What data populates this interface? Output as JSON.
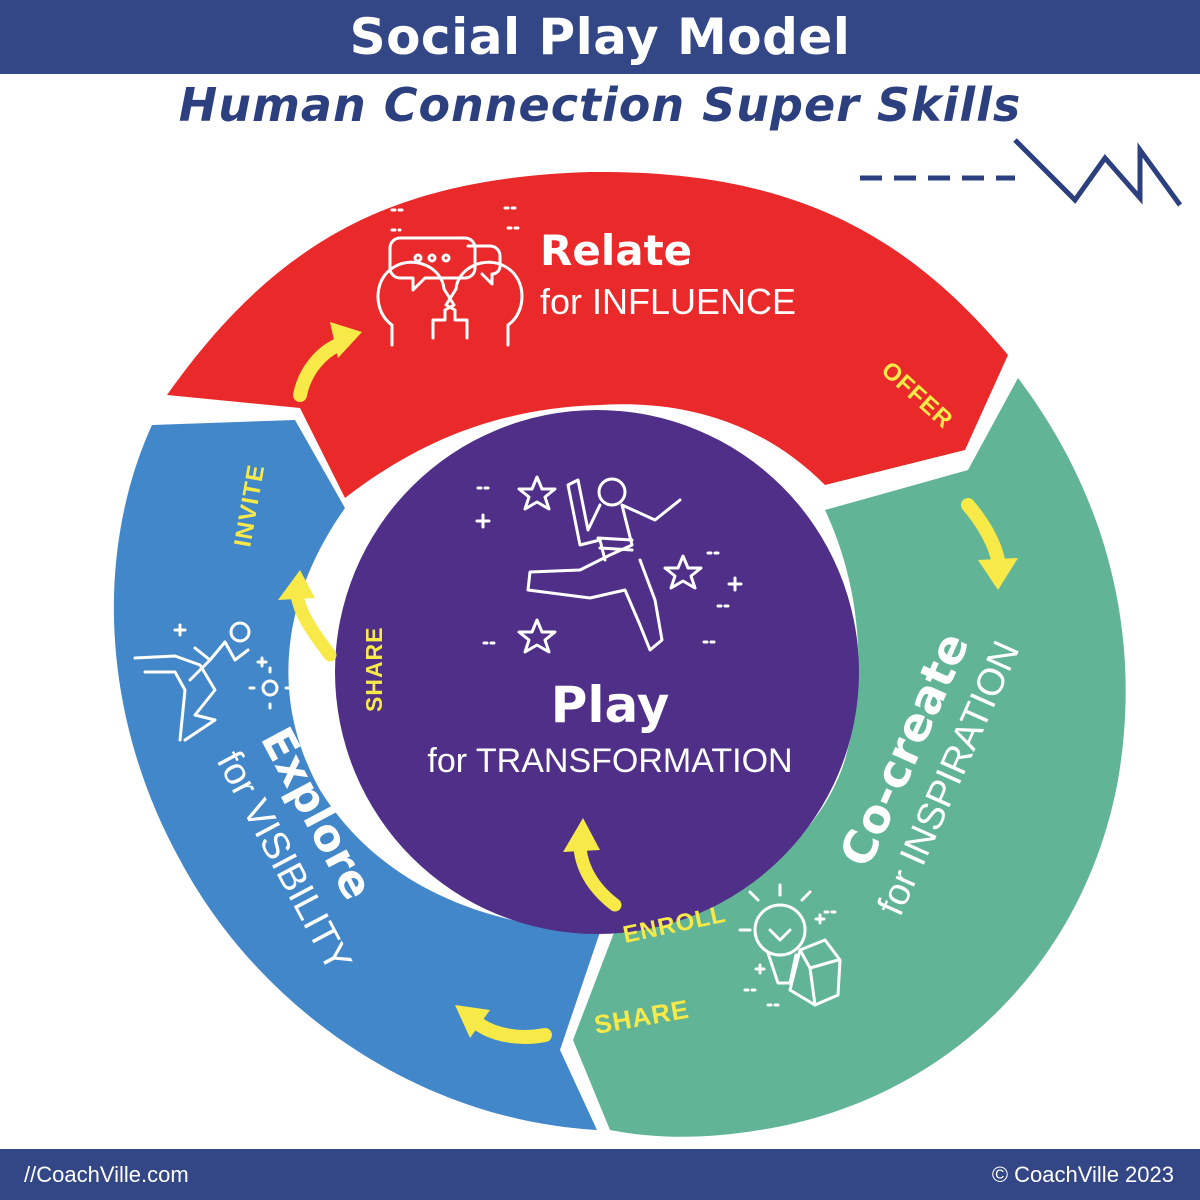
{
  "header": {
    "title": "Social Play Model",
    "subtitle": "Human Connection Super Skills"
  },
  "segments": {
    "relate": {
      "title": "Relate",
      "subtitle": "for INFLUENCE",
      "color": "#ea2a2a"
    },
    "cocreate": {
      "title": "Co-create",
      "subtitle": "for INSPIRATION",
      "color": "#62b497"
    },
    "explore": {
      "title": "Explore",
      "subtitle": "for VISIBILITY",
      "color": "#4287c9"
    }
  },
  "center": {
    "title": "Play",
    "subtitle": "for TRANSFORMATION",
    "color": "#4f2f87"
  },
  "labels": {
    "offer": "OFFER",
    "invite": "INVITE",
    "share_inner": "SHARE",
    "enroll": "ENROLL",
    "share_bottom": "SHARE"
  },
  "colors": {
    "navy": "#334686",
    "arrow": "#f7e948"
  },
  "footer": {
    "left": "//CoachVille.com",
    "right": "© CoachVille 2023"
  }
}
